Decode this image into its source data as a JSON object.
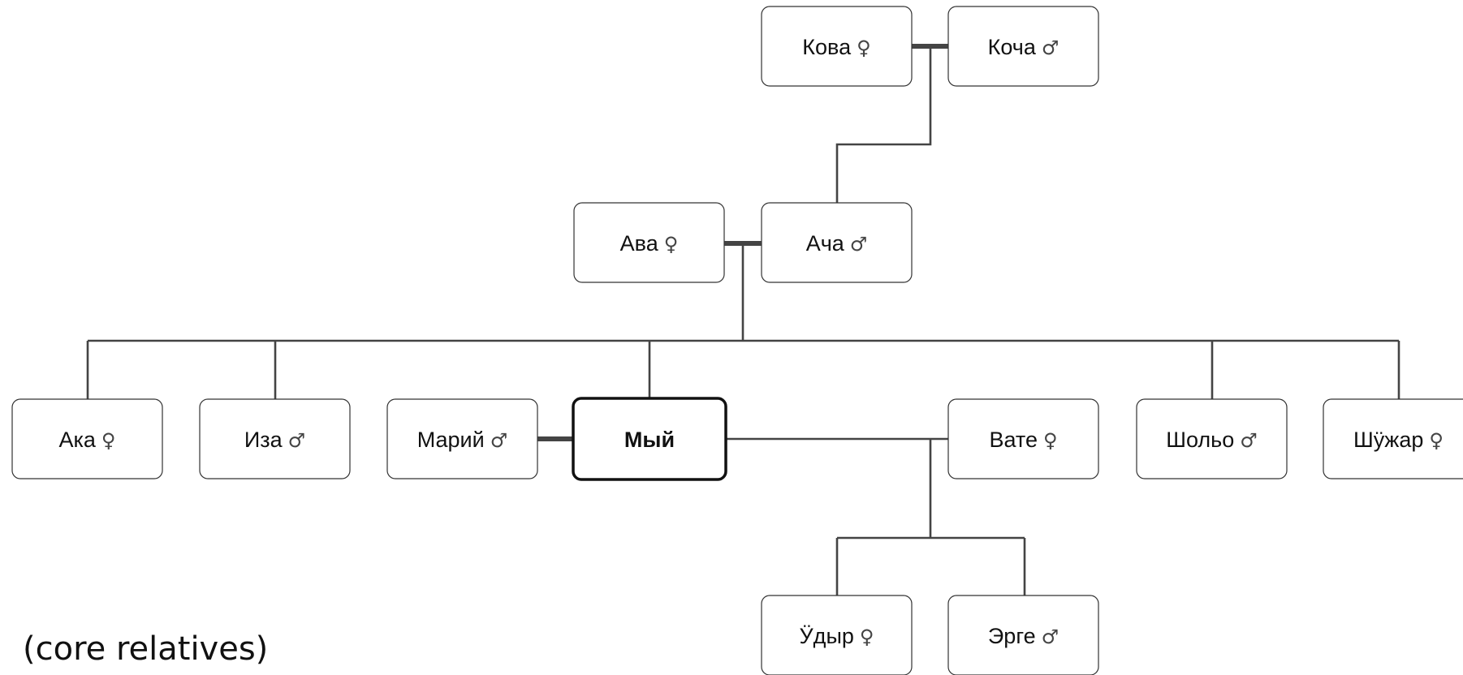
{
  "people": {
    "kova": {
      "name": "Кова",
      "sex": "♀"
    },
    "kocha": {
      "name": "Коча",
      "sex": "♂"
    },
    "ava": {
      "name": "Ава",
      "sex": "♀"
    },
    "acha": {
      "name": "Ача",
      "sex": "♂"
    },
    "aka": {
      "name": "Ака",
      "sex": "♀"
    },
    "iza": {
      "name": "Иза",
      "sex": "♂"
    },
    "mariy": {
      "name": "Марий",
      "sex": "♂"
    },
    "myy": {
      "name": "Мый",
      "sex": ""
    },
    "vate": {
      "name": "Вате",
      "sex": "♀"
    },
    "sholyo": {
      "name": "Шольо",
      "sex": "♂"
    },
    "shuzhar": {
      "name": "Шӱжар",
      "sex": "♀"
    },
    "udyr": {
      "name": "Ӱдыр",
      "sex": "♀"
    },
    "erge": {
      "name": "Эрге",
      "sex": "♂"
    }
  },
  "caption": "(core relatives)"
}
